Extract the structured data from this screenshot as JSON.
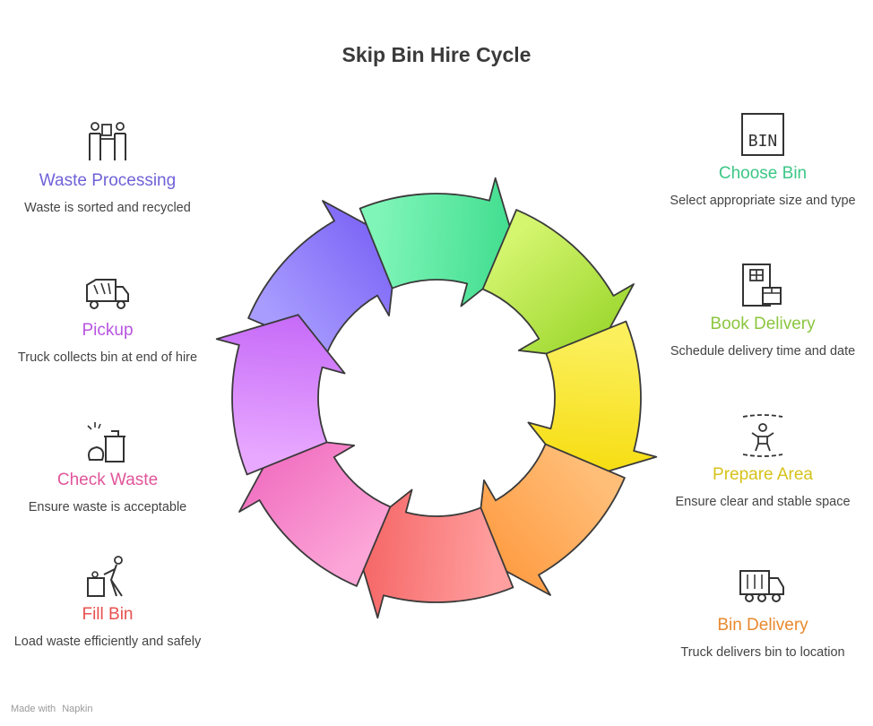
{
  "title": "Skip Bin Hire Cycle",
  "steps": [
    {
      "label": "Choose Bin",
      "desc": "Select appropriate size and type",
      "color": "#3cc785",
      "icon": "bin-box-icon",
      "icon_text": "BIN"
    },
    {
      "label": "Book Delivery",
      "desc": "Schedule delivery time and date",
      "color": "#8cc63f",
      "icon": "building-calendar-icon"
    },
    {
      "label": "Prepare Area",
      "desc": "Ensure clear and stable space",
      "color": "#d6c21a",
      "icon": "person-clearing-icon"
    },
    {
      "label": "Bin Delivery",
      "desc": "Truck delivers bin to location",
      "color": "#e8892e",
      "icon": "delivery-truck-icon"
    },
    {
      "label": "Fill Bin",
      "desc": "Load waste efficiently and safely",
      "color": "#e8504e",
      "icon": "person-filling-bin-icon"
    },
    {
      "label": "Check Waste",
      "desc": "Ensure waste is acceptable",
      "color": "#e0559a",
      "icon": "waste-bag-bin-icon"
    },
    {
      "label": "Pickup",
      "desc": "Truck collects bin at end of hire",
      "color": "#b855e0",
      "icon": "pickup-truck-icon"
    },
    {
      "label": "Waste Processing",
      "desc": "Waste is sorted and recycled",
      "color": "#6e62d8",
      "icon": "workers-sorting-icon"
    }
  ],
  "segment_colors": [
    [
      "#7ff5b8",
      "#3ddc8c"
    ],
    [
      "#d4f56e",
      "#9ad62c"
    ],
    [
      "#fbef5c",
      "#f6dc0c"
    ],
    [
      "#ffbe78",
      "#ff9a40"
    ],
    [
      "#ff9f9f",
      "#f56262"
    ],
    [
      "#fca6d8",
      "#f06cbf"
    ],
    [
      "#e8a8ff",
      "#c66af8"
    ],
    [
      "#a89cff",
      "#7a62f5"
    ]
  ],
  "footer": {
    "made_with": "Made with",
    "brand": "Napkin"
  }
}
